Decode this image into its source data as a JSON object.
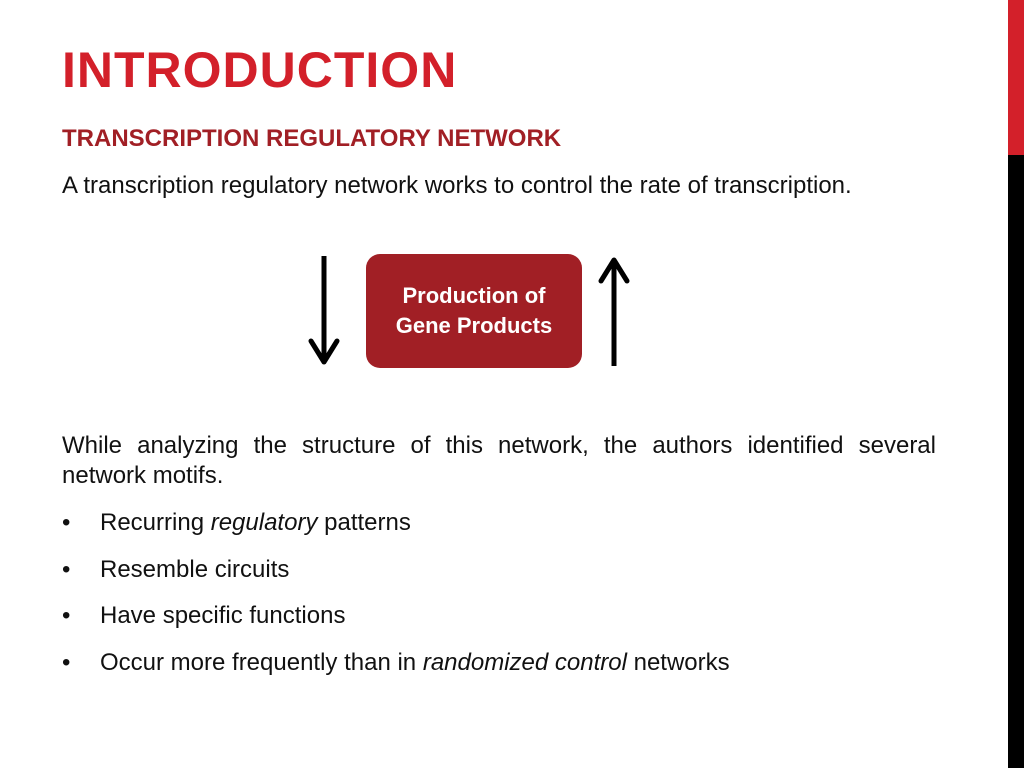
{
  "slide": {
    "title": "INTRODUCTION",
    "subtitle": "TRANSCRIPTION REGULATORY NETWORK",
    "paragraph1": "A transcription regulatory network works to control the rate of transcription.",
    "diagram": {
      "box_label": "Production of Gene Products",
      "arrow_left": "down-arrow-icon",
      "arrow_right": "up-arrow-icon"
    },
    "paragraph2": "While analyzing the structure of this network, the authors identified several network motifs.",
    "bullet_symbol": "•",
    "bullets": [
      {
        "before": "Recurring ",
        "italic": "regulatory",
        "after": " patterns"
      },
      {
        "before": "Resemble circuits",
        "italic": "",
        "after": ""
      },
      {
        "before": "Have specific functions",
        "italic": "",
        "after": ""
      },
      {
        "before": "Occur more frequently than in ",
        "italic": "randomized control",
        "after": " networks"
      }
    ]
  },
  "colors": {
    "accent_red": "#d3202a",
    "box_red": "#a11f25",
    "sidebar_dark": "#000000"
  }
}
